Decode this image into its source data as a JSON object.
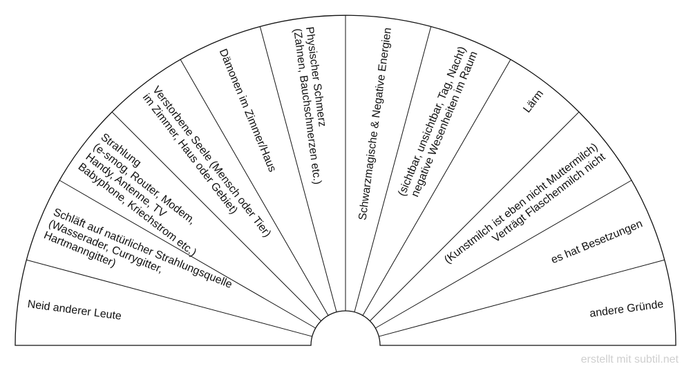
{
  "colors": {
    "stroke": "#111111",
    "text": "#111111",
    "credit": "#cfcfcf",
    "background": "#ffffff"
  },
  "sectors": [
    {
      "lines": [
        "Neid anderer Leute"
      ]
    },
    {
      "lines": [
        "Schläft auf natürlicher Strahlungsquelle",
        "(Wasserader, Currygitter,",
        "Hartmanngitter)"
      ]
    },
    {
      "lines": [
        "Strahlung",
        "(e-smog, Router, Modem,",
        "Handy, Antenne, TV",
        "Babyphone, Kriechstrom etc.)"
      ]
    },
    {
      "lines": [
        "Verstorbene Seele (Mensch oder Tier)",
        "im Zimmer, Haus oder Gebiet)"
      ]
    },
    {
      "lines": [
        "Dämonen im Zimmer/Haus"
      ]
    },
    {
      "lines": [
        "Physischer Schmerz",
        "(Zahnen, Bauchschmerzen etc.)"
      ]
    },
    {
      "lines": [
        "Schwarzmagische & Negative Energien"
      ]
    },
    {
      "lines": [
        "negative Wesenheiten im Raum",
        "(sichtbar, unsichtbar, Tag, Nacht)"
      ]
    },
    {
      "lines": [
        "Lärm"
      ]
    },
    {
      "lines": [
        "Verträgt Flaschenmilch nicht",
        "(Kunstmilch ist eben nicht Muttermilch)"
      ]
    },
    {
      "lines": [
        "es hat Besetzungen"
      ]
    },
    {
      "lines": [
        "andere Gründe"
      ]
    }
  ],
  "credit": "erstellt mit subtil.net"
}
